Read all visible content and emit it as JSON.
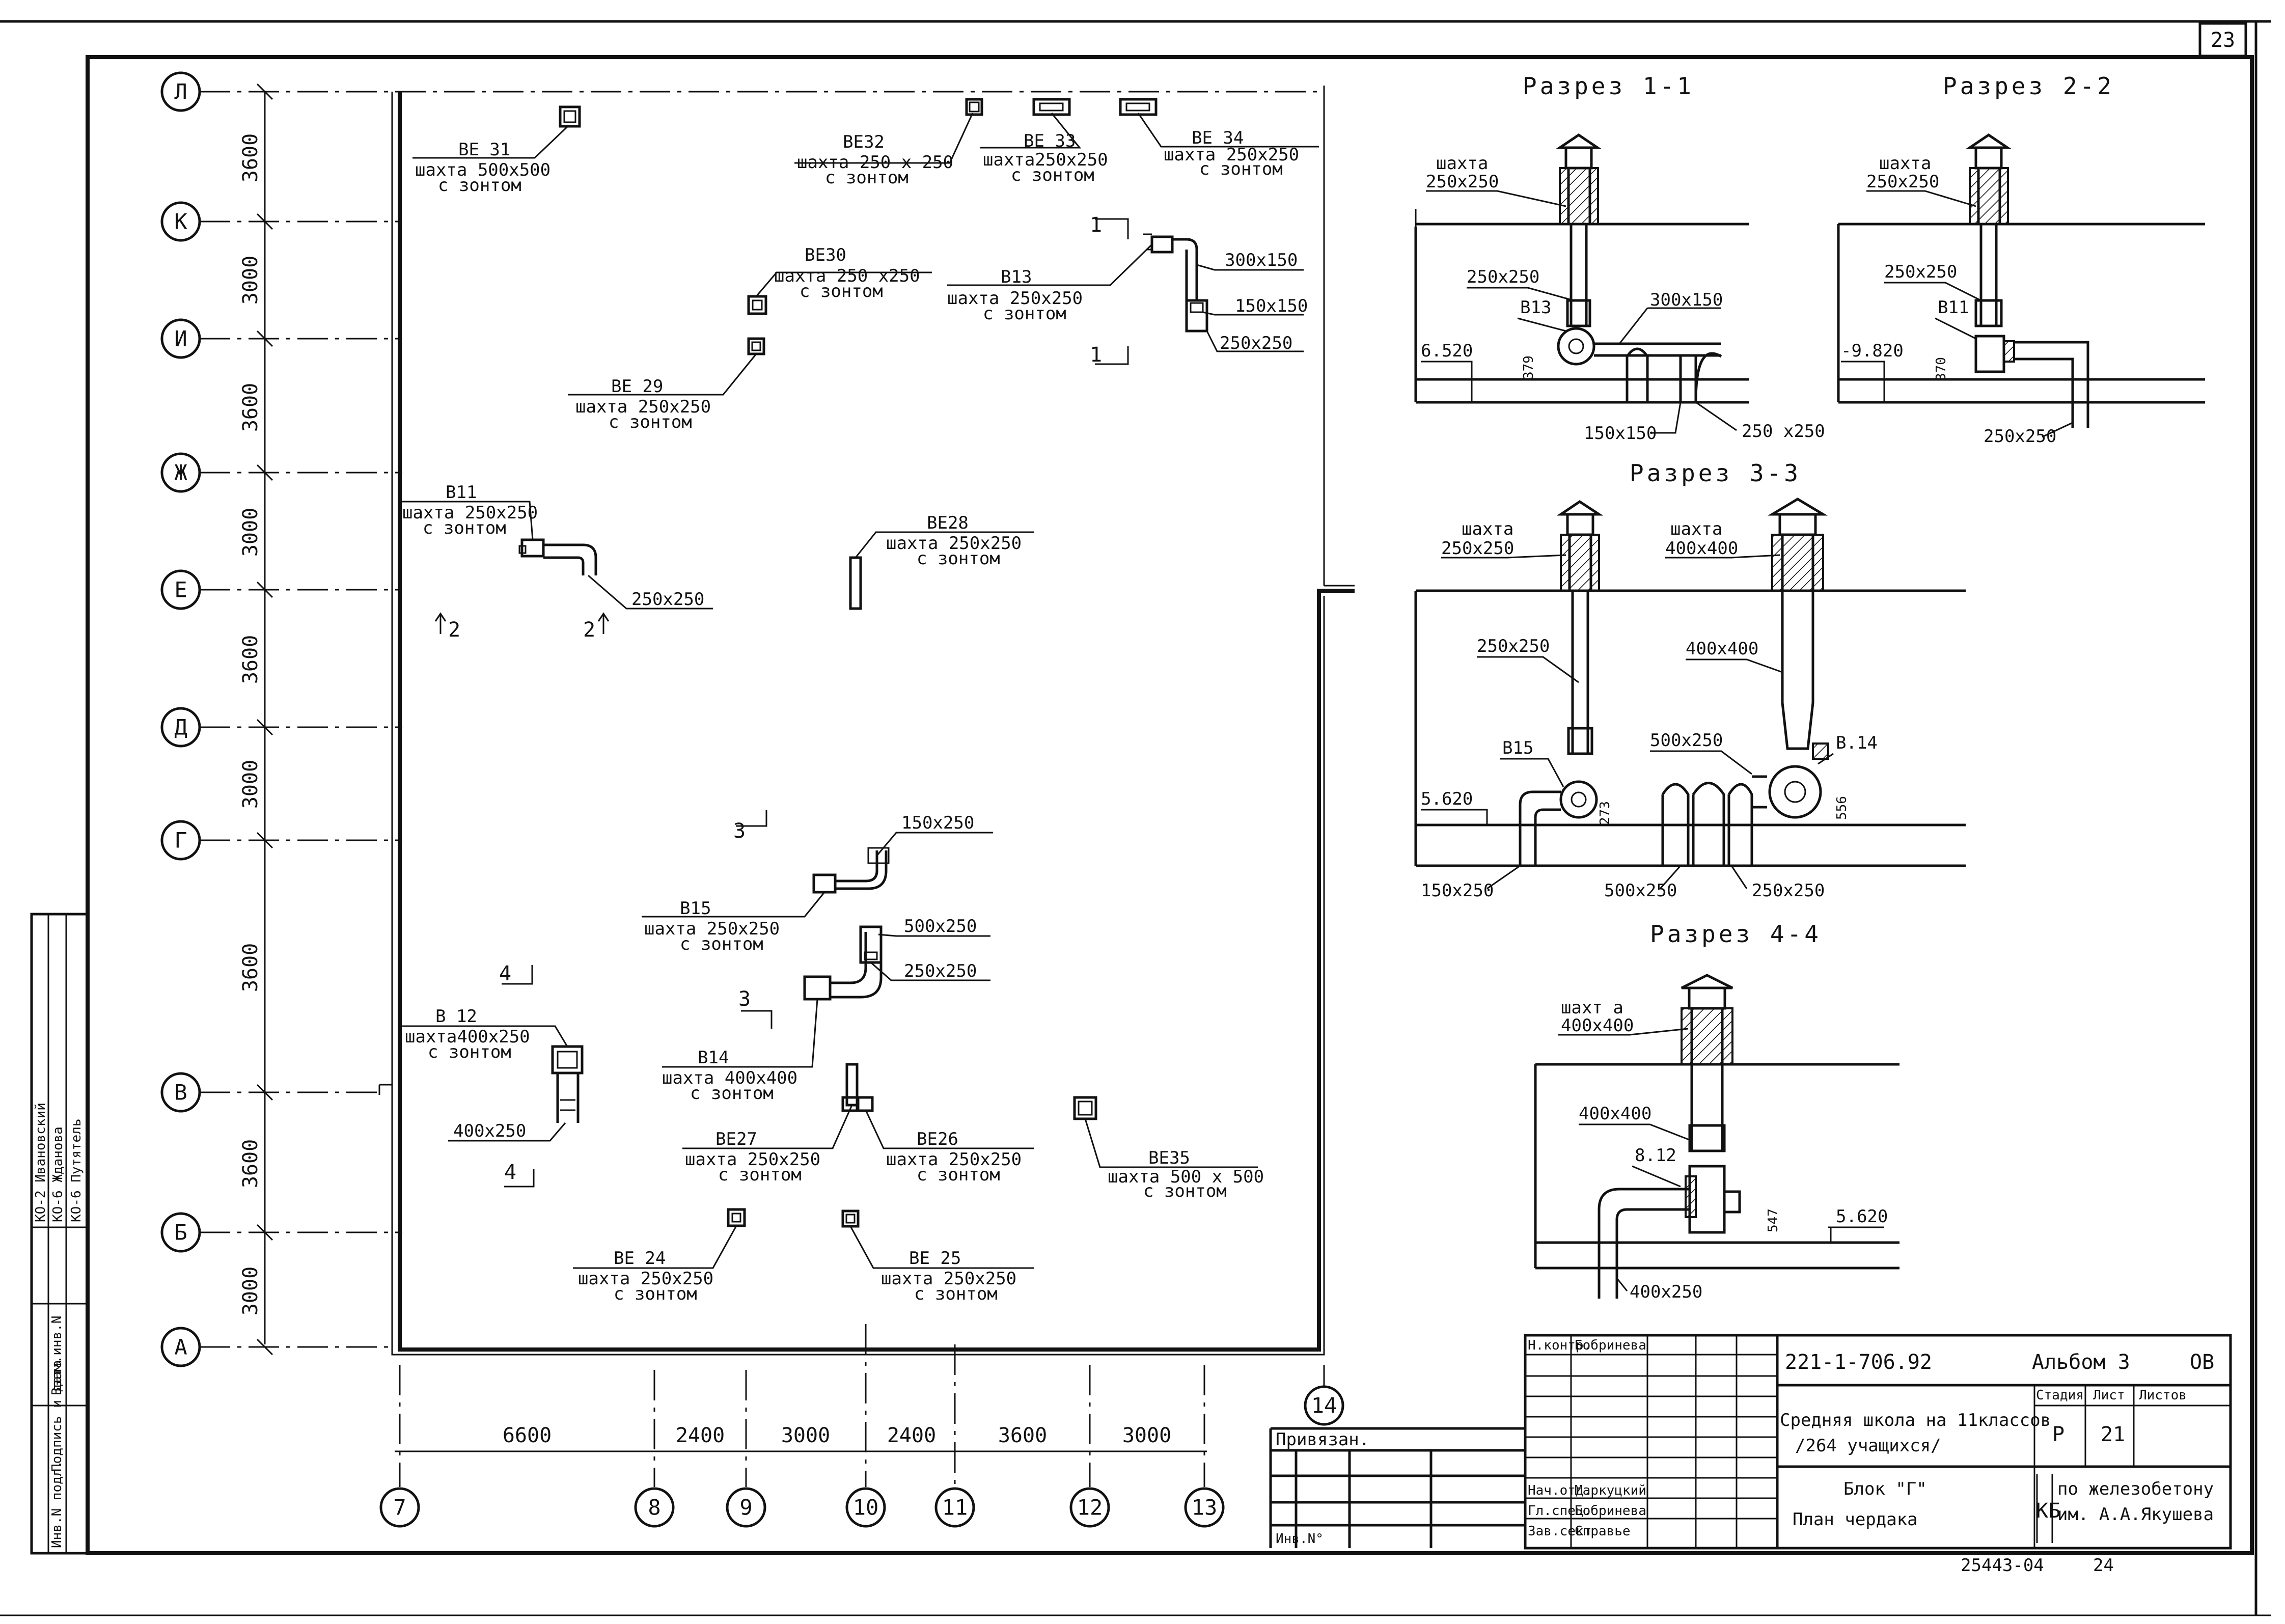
{
  "sheet_number": "23",
  "sections": {
    "s11": {
      "title": "Разрез 1-1",
      "shaft": "шахта",
      "shaft_size": "250х250",
      "duct1": "250х250",
      "fan": "В13",
      "duct2": "300х150",
      "level": "6.520",
      "dim": "379",
      "bottom1": "150х150",
      "bottom2": "250 х250"
    },
    "s22": {
      "title": "Разрез 2-2",
      "shaft": "шахта",
      "shaft_size": "250х250",
      "duct1": "250х250",
      "fan": "В11",
      "level": "-9.820",
      "dim": "370",
      "bottom1": "250х250"
    },
    "s33": {
      "title": "Разрез 3-3",
      "shaft_a": "шахта",
      "shaft_a_size": "250х250",
      "shaft_b": "шахта",
      "shaft_b_size": "400х400",
      "duct_a": "250х250",
      "duct_b": "400х400",
      "fan_a": "В15",
      "fan_b": "В.14",
      "mid": "500х250",
      "level": "5.620",
      "dim_a": "273",
      "dim_b": "556",
      "bottom1": "150х250",
      "bottom2": "500х250",
      "bottom3": "250х250"
    },
    "s44": {
      "title": "Разрез 4-4",
      "shaft": "шахт а",
      "shaft_size": "400х400",
      "duct1": "400х400",
      "fan": "8.12",
      "dim": "547",
      "level": "5.620",
      "bottom1": "400х250"
    }
  },
  "plan": {
    "row_axes": [
      "Л",
      "К",
      "И",
      "Ж",
      "Е",
      "Д",
      "Г",
      "В",
      "Б",
      "А"
    ],
    "row_dims": [
      "3600",
      "3000",
      "3600",
      "3000",
      "3600",
      "3000",
      "3600",
      "3600",
      "3000"
    ],
    "col_axes": [
      "7",
      "8",
      "9",
      "10",
      "11",
      "12",
      "13"
    ],
    "col_dims": [
      "6600",
      "2400",
      "3000",
      "2400",
      "3600",
      "3000"
    ],
    "axis_14": "14",
    "labels": {
      "be31": [
        "ВЕ 31",
        "шахта 500х500",
        "с зонтом"
      ],
      "be32": [
        "ВЕ32",
        "шахта 250 х 250",
        "с зонтом"
      ],
      "be33": [
        "ВЕ 33",
        "шахта250х250",
        "с зонтом"
      ],
      "be34": [
        "ВЕ 34",
        "шахта 250х250",
        "с зонтом"
      ],
      "be30": [
        "ВЕ30",
        "шахта 250 х250",
        "с зонтом"
      ],
      "b13": [
        "В13",
        "шахта 250х250",
        "с зонтом"
      ],
      "be29": [
        "ВЕ 29",
        "шахта 250х250",
        "с зонтом"
      ],
      "b11": [
        "В11",
        "шахта 250х250",
        "с зонтом"
      ],
      "be28": [
        "ВЕ28",
        "шахта 250х250",
        "с зонтом"
      ],
      "b15": [
        "В15",
        "шахта 250х250",
        "с зонтом"
      ],
      "b12": [
        "В 12",
        "шахта400х250",
        "с зонтом"
      ],
      "b14": [
        "В14",
        "шахта 400х400",
        "с зонтом"
      ],
      "be27": [
        "ВЕ27",
        "шахта 250х250",
        "с зонтом"
      ],
      "be26": [
        "ВЕ26",
        "шахта 250х250",
        "с зонтом"
      ],
      "be35": [
        "ВЕ35",
        "шахта 500 х 500",
        "с зонтом"
      ],
      "be24": [
        "ВЕ 24",
        "шахта 250х250",
        "с зонтом"
      ],
      "be25": [
        "ВЕ 25",
        "шахта 250х250",
        "с зонтом"
      ]
    },
    "ducts": {
      "d300x150": "300х150",
      "d150x150": "150х150",
      "d250x250a": "250х250",
      "d250x250b": "250х250",
      "d150x250": "150х250",
      "d500x250": "500х250",
      "d250x250c": "250х250",
      "d400x250": "400х250"
    },
    "cut_marks": {
      "c1a": "1",
      "c1b": "1",
      "c2a": "2",
      "c2b": "2",
      "c3a": "3",
      "c3b": "3",
      "c4a": "4",
      "c4b": "4"
    }
  },
  "side_stamp": {
    "inv": "Инв.N подл.",
    "sign": "Подпись и дата",
    "vzam": "Взам.инв.N",
    "rows": [
      "КО-2 Ивановский",
      "КО-6 Жданова",
      "КО-6 Путятель"
    ]
  },
  "title_block": {
    "privyazan": "Привязан.",
    "inv_no": "Инв.N°",
    "n_kontr": "Н.контр.",
    "n_kontr_name": "Бобринева",
    "nach_otd": "Нач.отд.",
    "nach_otd_name": "Маркуцкий",
    "gl_spec": "Гл.спец.",
    "gl_spec_name": "Бобринева",
    "zav_sekt": "Зав.сект",
    "zav_sekt_name": "Справье",
    "doc_code": "221-1-706.92",
    "album": "Альбом 3",
    "album_part": "ОВ",
    "project": "Средняя школа на 11классов",
    "project2": "/264 учащихся/",
    "stage_h": "Стадия",
    "sheet_h": "Лист",
    "sheets_h": "Листов",
    "stage": "Р",
    "sheet": "21",
    "block": "Блок \"Г\"",
    "sheet_title": "План чердака",
    "org_mark": "КБ",
    "org": "по железобетону",
    "org2": "им. А.А.Якушева",
    "archive_no": "25443-04",
    "archive_page": "24"
  }
}
